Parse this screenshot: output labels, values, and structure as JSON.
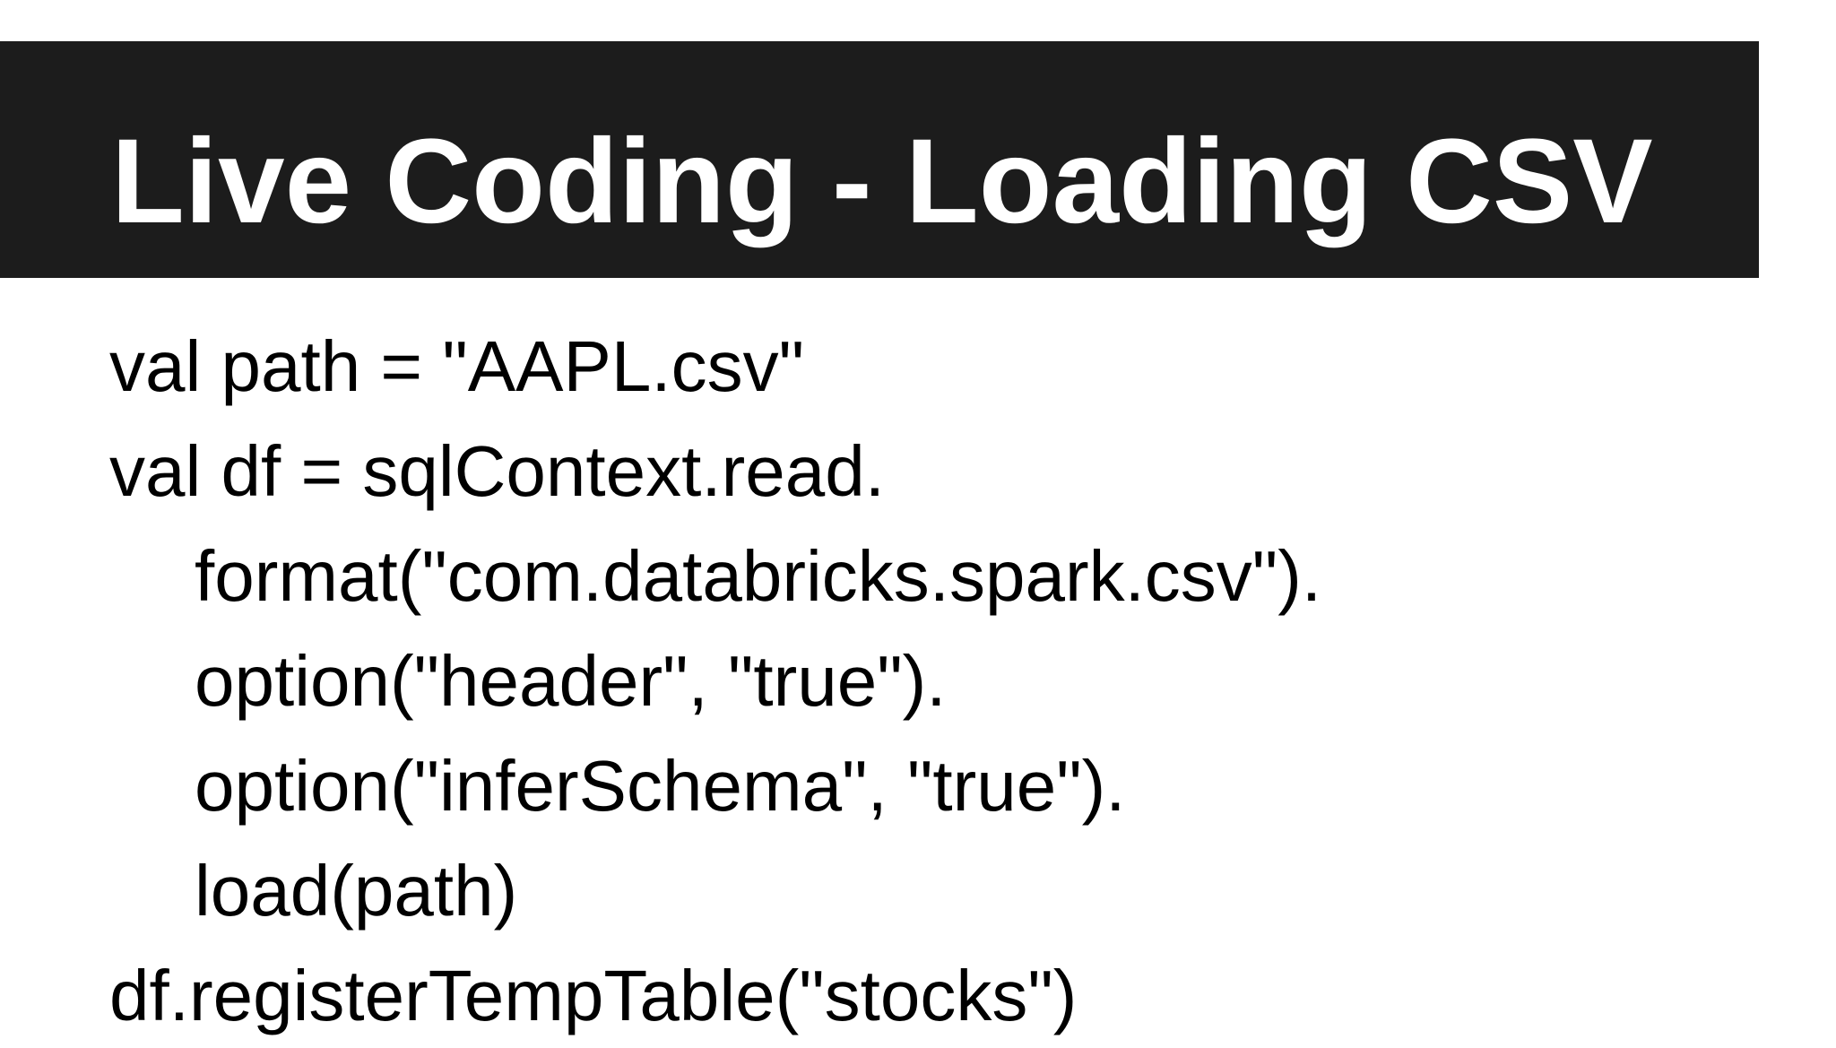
{
  "slide": {
    "title": "Live Coding - Loading CSV",
    "code_lines": [
      {
        "text": "val path = \"AAPL.csv\"",
        "indent": 0
      },
      {
        "text": "val df = sqlContext.read.",
        "indent": 0
      },
      {
        "text": "format(\"com.databricks.spark.csv\").",
        "indent": 1
      },
      {
        "text": "option(\"header\", \"true\").",
        "indent": 1
      },
      {
        "text": "option(\"inferSchema\", \"true\").",
        "indent": 1
      },
      {
        "text": "load(path)",
        "indent": 1
      },
      {
        "text": "df.registerTempTable(\"stocks\")",
        "indent": 0
      }
    ]
  },
  "colors": {
    "title_bar": "#1c1c1c",
    "title_text": "#ffffff",
    "body_text": "#000000",
    "background": "#ffffff"
  }
}
